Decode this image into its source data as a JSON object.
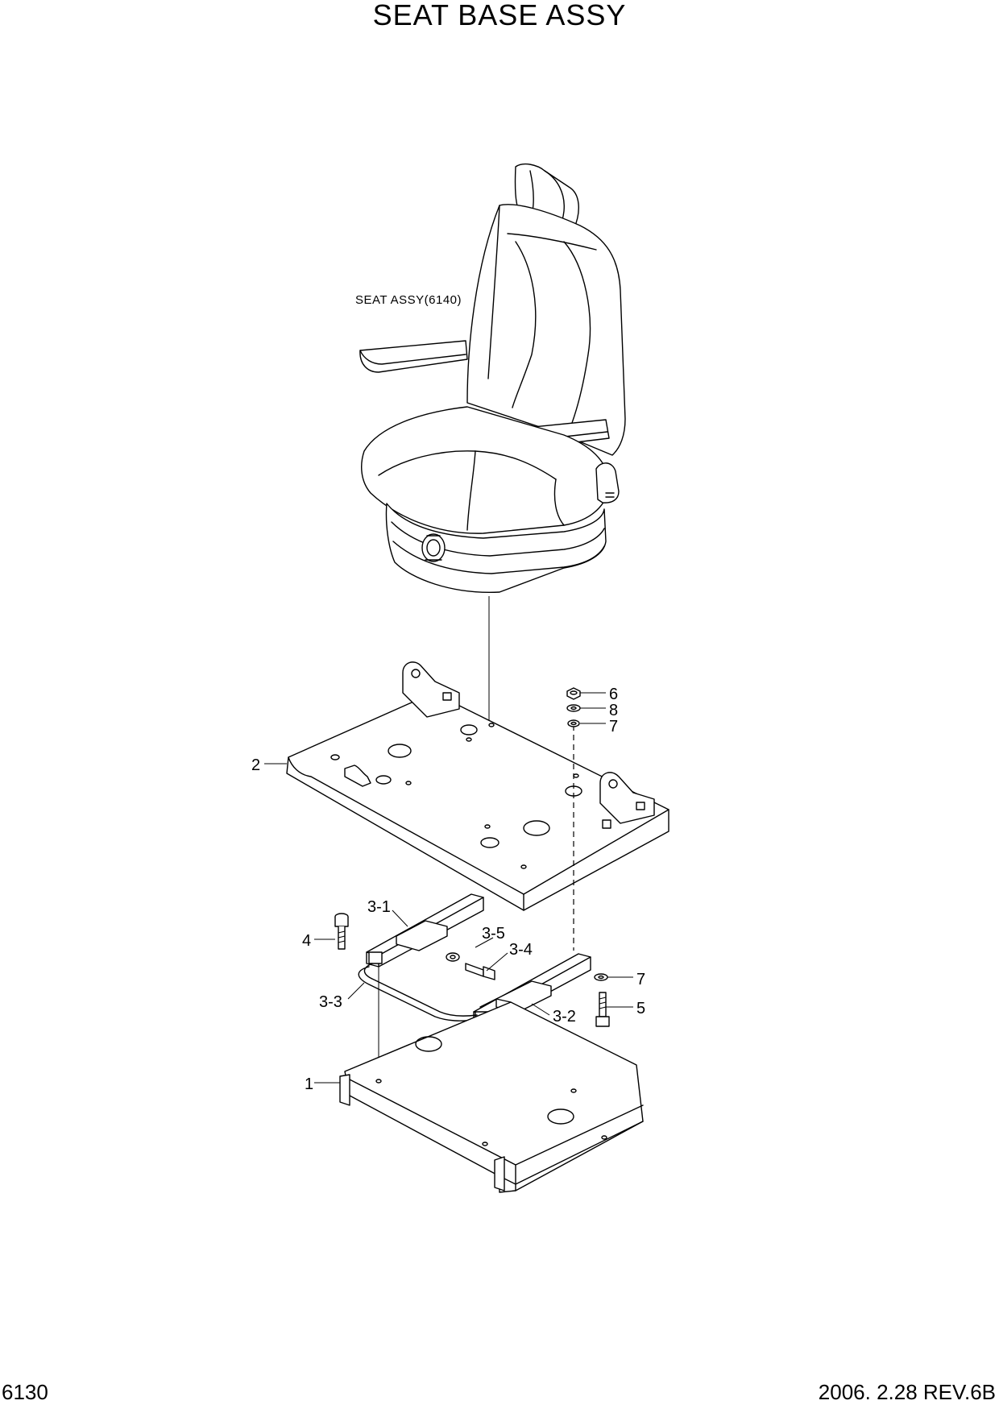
{
  "title": "SEAT BASE ASSY",
  "note_seat": "SEAT ASSY(6140)",
  "callouts": {
    "c1": "1",
    "c2": "2",
    "c3_1": "3-1",
    "c3_2": "3-2",
    "c3_3": "3-3",
    "c3_4": "3-4",
    "c3_5": "3-5",
    "c4": "4",
    "c5": "5",
    "c6": "6",
    "c7a": "7",
    "c7b": "7",
    "c8": "8"
  },
  "footer": {
    "page_number": "6130",
    "revision": "2006. 2.28  REV.6B"
  }
}
